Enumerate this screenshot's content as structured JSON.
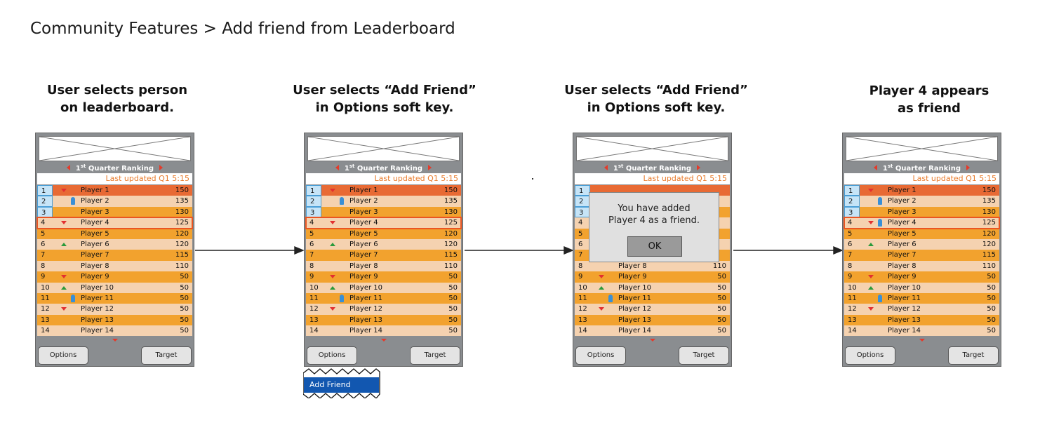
{
  "page_title": "Community Features > Add friend from Leaderboard",
  "steps": [
    {
      "title_lines": [
        "User selects person",
        "on leaderboard."
      ]
    },
    {
      "title_lines": [
        "User selects “Add Friend”",
        "in Options soft key."
      ]
    },
    {
      "title_lines": [
        "User selects “Add Friend”",
        "in Options soft key."
      ]
    },
    {
      "title_lines": [
        "Player 4 appears",
        "as friend"
      ]
    }
  ],
  "screen": {
    "ranking_title": "Quarter Ranking",
    "ranking_prefix": "1",
    "ranking_suffix": "st",
    "last_updated": "Last updated Q1 5:15",
    "options_label": "Options",
    "target_label": "Target"
  },
  "dialog": {
    "message_lines": [
      "You have added",
      "Player 4 as a friend."
    ],
    "ok_label": "OK"
  },
  "menu": {
    "add_friend_label": "Add Friend"
  },
  "leaderboards": [
    [
      {
        "rank": "1",
        "name": "Player 1",
        "score": "150",
        "trend": "down",
        "friend": false
      },
      {
        "rank": "2",
        "name": "Player 2",
        "score": "135",
        "trend": "none",
        "friend": true
      },
      {
        "rank": "3",
        "name": "Player 3",
        "score": "130",
        "trend": "none",
        "friend": false
      },
      {
        "rank": "4",
        "name": "Player 4",
        "score": "125",
        "trend": "down",
        "friend": false
      },
      {
        "rank": "5",
        "name": "Player 5",
        "score": "120",
        "trend": "none",
        "friend": false
      },
      {
        "rank": "6",
        "name": "Player 6",
        "score": "120",
        "trend": "up",
        "friend": false
      },
      {
        "rank": "7",
        "name": "Player 7",
        "score": "115",
        "trend": "none",
        "friend": false
      },
      {
        "rank": "8",
        "name": "Player 8",
        "score": "110",
        "trend": "none",
        "friend": false
      },
      {
        "rank": "9",
        "name": "Player 9",
        "score": "50",
        "trend": "down",
        "friend": false
      },
      {
        "rank": "10",
        "name": "Player 10",
        "score": "50",
        "trend": "up",
        "friend": false
      },
      {
        "rank": "11",
        "name": "Player 11",
        "score": "50",
        "trend": "none",
        "friend": true
      },
      {
        "rank": "12",
        "name": "Player 12",
        "score": "50",
        "trend": "down",
        "friend": false
      },
      {
        "rank": "13",
        "name": "Player 13",
        "score": "50",
        "trend": "none",
        "friend": false
      },
      {
        "rank": "14",
        "name": "Player 14",
        "score": "50",
        "trend": "none",
        "friend": false
      }
    ],
    [
      {
        "rank": "1",
        "name": "Player 1",
        "score": "150",
        "trend": "down",
        "friend": false
      },
      {
        "rank": "2",
        "name": "Player 2",
        "score": "135",
        "trend": "none",
        "friend": true
      },
      {
        "rank": "3",
        "name": "Player 3",
        "score": "130",
        "trend": "none",
        "friend": false
      },
      {
        "rank": "4",
        "name": "Player 4",
        "score": "125",
        "trend": "down",
        "friend": false
      },
      {
        "rank": "5",
        "name": "Player 5",
        "score": "120",
        "trend": "none",
        "friend": false
      },
      {
        "rank": "6",
        "name": "Player 6",
        "score": "120",
        "trend": "up",
        "friend": false
      },
      {
        "rank": "7",
        "name": "Player 7",
        "score": "115",
        "trend": "none",
        "friend": false
      },
      {
        "rank": "8",
        "name": "Player 8",
        "score": "110",
        "trend": "none",
        "friend": false
      },
      {
        "rank": "9",
        "name": "Player 9",
        "score": "50",
        "trend": "down",
        "friend": false
      },
      {
        "rank": "10",
        "name": "Player 10",
        "score": "50",
        "trend": "up",
        "friend": false
      },
      {
        "rank": "11",
        "name": "Player 11",
        "score": "50",
        "trend": "none",
        "friend": true
      },
      {
        "rank": "12",
        "name": "Player 12",
        "score": "50",
        "trend": "down",
        "friend": false
      },
      {
        "rank": "13",
        "name": "Player 13",
        "score": "50",
        "trend": "none",
        "friend": false
      },
      {
        "rank": "14",
        "name": "Player 14",
        "score": "50",
        "trend": "none",
        "friend": false
      }
    ],
    [
      {
        "rank": "1",
        "name": "",
        "score": "",
        "trend": "none",
        "friend": false
      },
      {
        "rank": "2",
        "name": "",
        "score": "",
        "trend": "none",
        "friend": false
      },
      {
        "rank": "3",
        "name": "",
        "score": "",
        "trend": "none",
        "friend": false
      },
      {
        "rank": "4",
        "name": "",
        "score": "",
        "trend": "none",
        "friend": false
      },
      {
        "rank": "5",
        "name": "",
        "score": "",
        "trend": "none",
        "friend": false
      },
      {
        "rank": "6",
        "name": "",
        "score": "",
        "trend": "none",
        "friend": false
      },
      {
        "rank": "7",
        "name": "",
        "score": "",
        "trend": "none",
        "friend": false
      },
      {
        "rank": "8",
        "name": "Player 8",
        "score": "110",
        "trend": "none",
        "friend": false
      },
      {
        "rank": "9",
        "name": "Player 9",
        "score": "50",
        "trend": "down",
        "friend": false
      },
      {
        "rank": "10",
        "name": "Player 10",
        "score": "50",
        "trend": "up",
        "friend": false
      },
      {
        "rank": "11",
        "name": "Player 11",
        "score": "50",
        "trend": "none",
        "friend": true
      },
      {
        "rank": "12",
        "name": "Player 12",
        "score": "50",
        "trend": "down",
        "friend": false
      },
      {
        "rank": "13",
        "name": "Player 13",
        "score": "50",
        "trend": "none",
        "friend": false
      },
      {
        "rank": "14",
        "name": "Player 14",
        "score": "50",
        "trend": "none",
        "friend": false
      }
    ],
    [
      {
        "rank": "1",
        "name": "Player 1",
        "score": "150",
        "trend": "down",
        "friend": false
      },
      {
        "rank": "2",
        "name": "Player 2",
        "score": "135",
        "trend": "none",
        "friend": true
      },
      {
        "rank": "3",
        "name": "Player 3",
        "score": "130",
        "trend": "none",
        "friend": false
      },
      {
        "rank": "4",
        "name": "Player 4",
        "score": "125",
        "trend": "down",
        "friend": true
      },
      {
        "rank": "5",
        "name": "Player 5",
        "score": "120",
        "trend": "none",
        "friend": false
      },
      {
        "rank": "6",
        "name": "Player 6",
        "score": "120",
        "trend": "up",
        "friend": false
      },
      {
        "rank": "7",
        "name": "Player 7",
        "score": "115",
        "trend": "none",
        "friend": false
      },
      {
        "rank": "8",
        "name": "Player 8",
        "score": "110",
        "trend": "none",
        "friend": false
      },
      {
        "rank": "9",
        "name": "Player 9",
        "score": "50",
        "trend": "down",
        "friend": false
      },
      {
        "rank": "10",
        "name": "Player 10",
        "score": "50",
        "trend": "up",
        "friend": false
      },
      {
        "rank": "11",
        "name": "Player 11",
        "score": "50",
        "trend": "none",
        "friend": true
      },
      {
        "rank": "12",
        "name": "Player 12",
        "score": "50",
        "trend": "down",
        "friend": false
      },
      {
        "rank": "13",
        "name": "Player 13",
        "score": "50",
        "trend": "none",
        "friend": false
      },
      {
        "rank": "14",
        "name": "Player 14",
        "score": "50",
        "trend": "none",
        "friend": false
      }
    ]
  ],
  "selected_rank": "4",
  "colors": {
    "row_orange": "#f2a22e",
    "row_light": "#f5d2b0",
    "row_top": "#e86a34",
    "selection_outline": "#ea5522",
    "trend_down": "#e23030",
    "trend_up": "#2a9a3a",
    "friend_icon": "#3a8fd6",
    "menu_highlight": "#1257b0"
  }
}
